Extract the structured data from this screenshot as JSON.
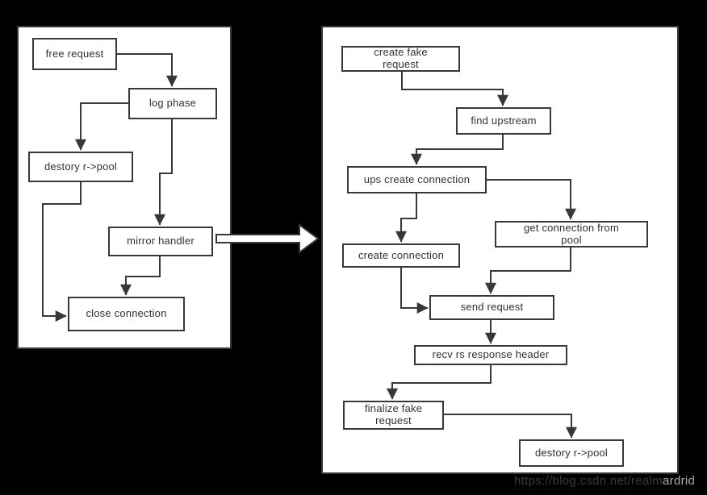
{
  "colors": {
    "background": "#000000",
    "panel_fill": "#ffffff",
    "stroke": "#383838",
    "text": "#303030",
    "watermark_dark": "#3c3c3c",
    "watermark_light": "#b3b3b3"
  },
  "left_panel": {
    "nodes": {
      "free_request": "free request",
      "log_phase": "log phase",
      "destory_pool": "destory r->pool",
      "mirror_handler": "mirror handler",
      "close_connection": "close connection"
    }
  },
  "right_panel": {
    "nodes": {
      "create_fake_request": "create fake\nrequest",
      "find_upstream": "find upstream",
      "ups_create_connection": "ups create connection",
      "create_connection": "create connection",
      "get_connection_from_pool": "get connection from\npool",
      "send_request": "send request",
      "recv_rs_response_header": "recv rs response header",
      "finalize_fake_request": "finalize fake\nrequest",
      "destory_pool": "destory r->pool"
    }
  },
  "watermark": "https://blog.csdn.net/realmardrid"
}
